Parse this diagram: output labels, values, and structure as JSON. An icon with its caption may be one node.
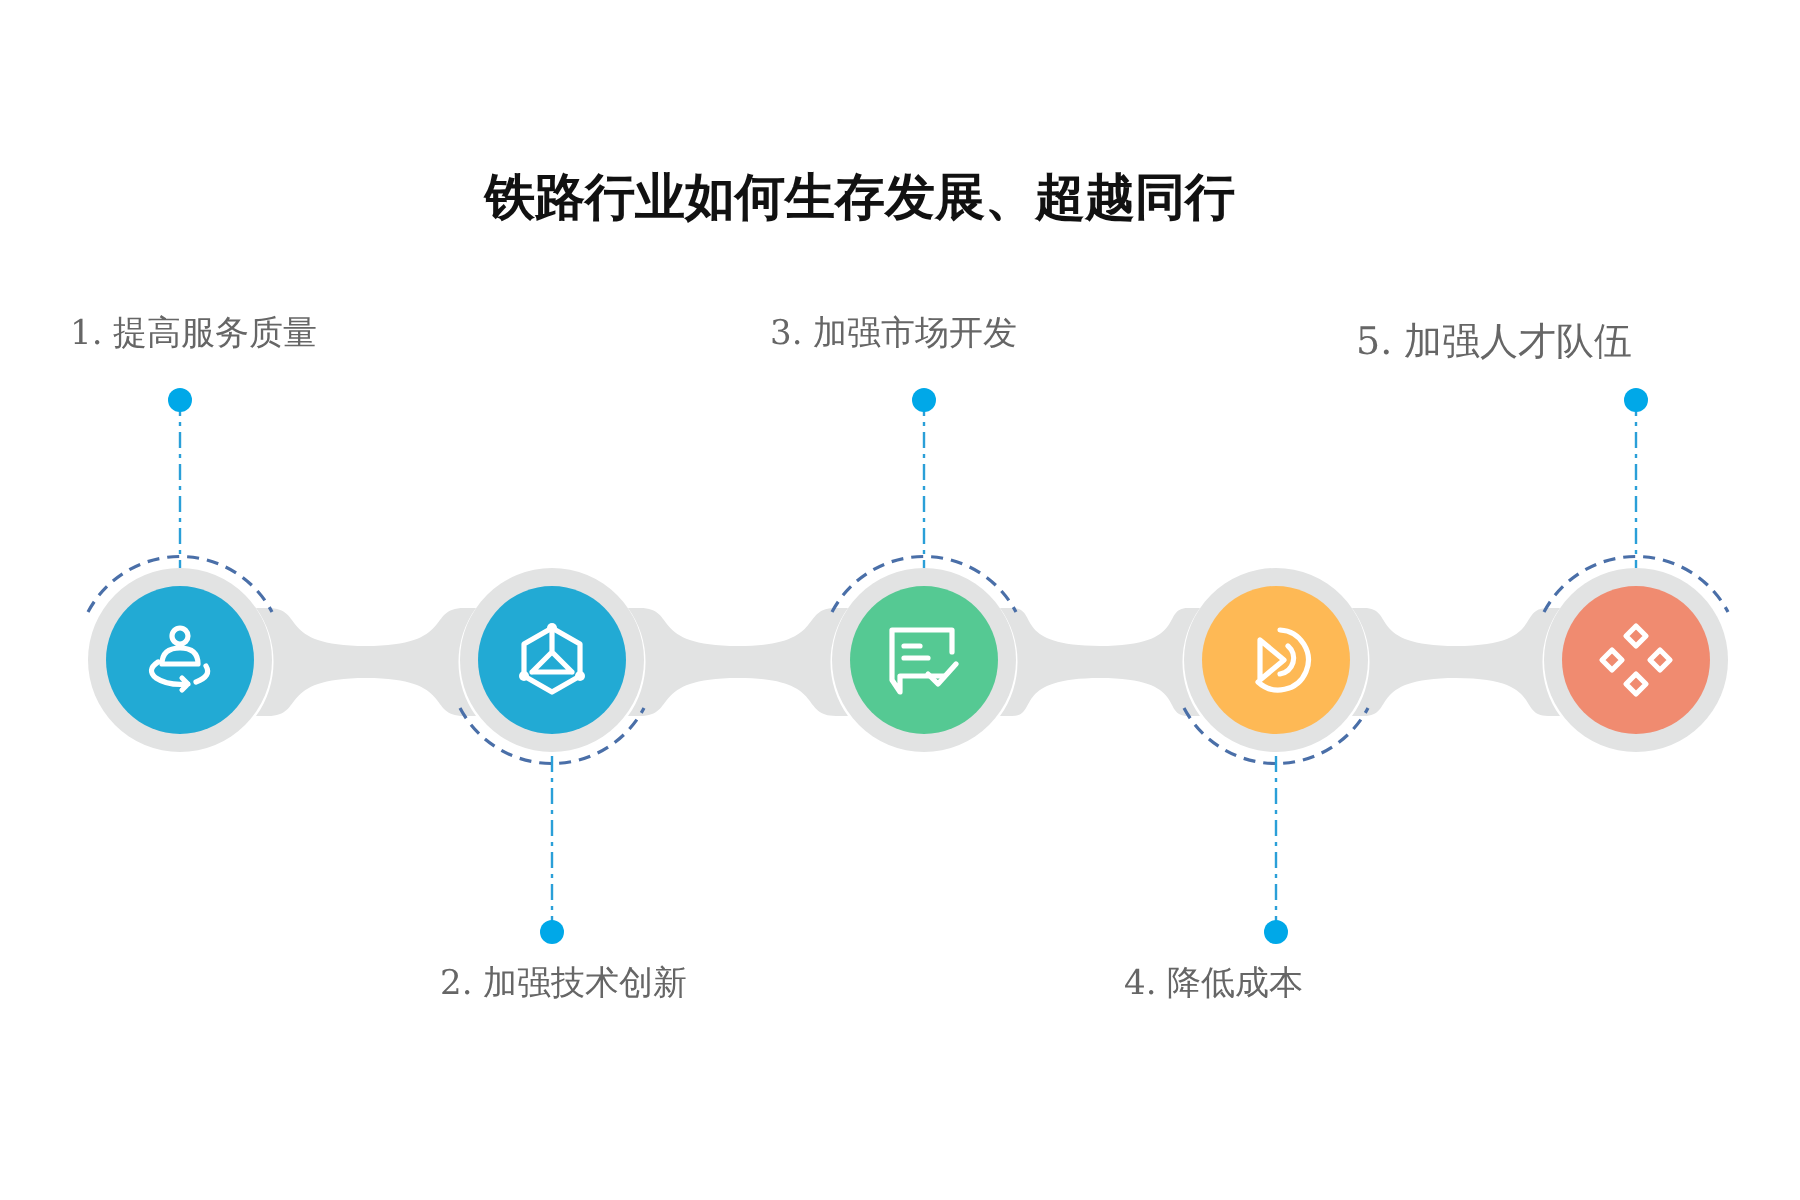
{
  "diagram": {
    "title": "铁路行业如何生存发展、超越同行",
    "nodes": [
      {
        "text": [
          "1. 提高服务质量"
        ]
      },
      {
        "text": [],
        "shape": "circle"
      },
      {
        "text": [
          "2. 加强技术创新"
        ]
      },
      {
        "text": [],
        "shape": "circle"
      },
      {
        "text": [
          "3. 加强市场开发"
        ]
      },
      {
        "text": [],
        "shape": "circle"
      },
      {
        "text": [
          "4. 降低成本"
        ]
      },
      {
        "text": [],
        "shape": "circle"
      },
      {
        "text": [
          "5. 加强人才队伍"
        ]
      },
      {
        "text": [],
        "shape": "circle"
      }
    ],
    "edges": [
      {
        "from": 0,
        "to": 1,
        "arrow": "other",
        "style": "dashed"
      },
      {
        "from": 2,
        "to": 3,
        "arrow": "other",
        "style": "dashed"
      },
      {
        "from": 4,
        "to": 5,
        "arrow": "other",
        "style": "dashed"
      },
      {
        "from": 6,
        "to": 7,
        "arrow": "other",
        "style": "dashed"
      },
      {
        "from": 8,
        "to": 9,
        "arrow": "other",
        "style": "dashed"
      }
    ]
  }
}
